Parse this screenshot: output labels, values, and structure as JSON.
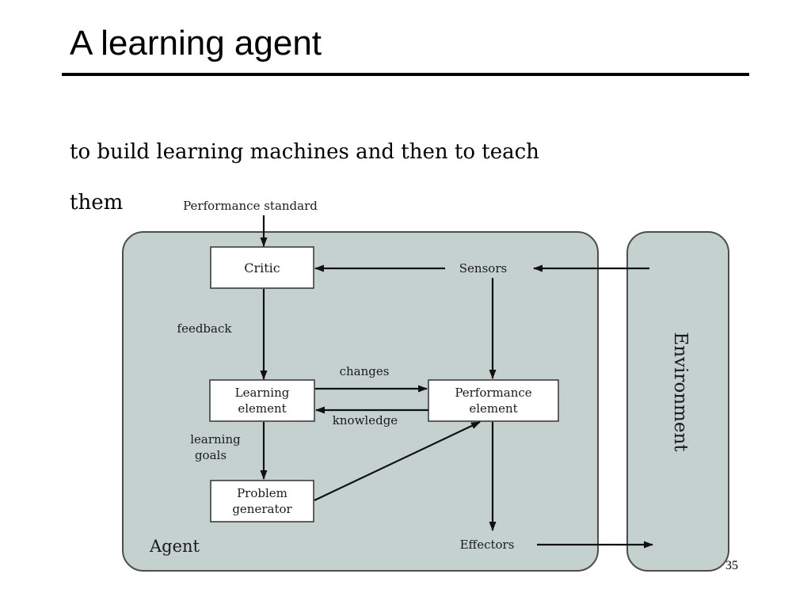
{
  "slide": {
    "title": "A learning agent",
    "subtitle": "to build learning machines and then to teach them",
    "page_number": "35"
  },
  "diagram": {
    "performance_standard": "Performance standard",
    "critic": "Critic",
    "sensors": "Sensors",
    "feedback": "feedback",
    "changes": "changes",
    "knowledge": "knowledge",
    "learning_element": [
      "Learning",
      "element"
    ],
    "performance_element": [
      "Performance",
      "element"
    ],
    "learning_goals": [
      "learning",
      "goals"
    ],
    "problem_generator": [
      "Problem",
      "generator"
    ],
    "agent": "Agent",
    "effectors": "Effectors",
    "environment": "Environment",
    "colors": {
      "panel_fill": "#c5d1ce",
      "panel_stroke": "#4d4d4d",
      "box_fill": "#ffffff",
      "line": "#111111"
    }
  }
}
